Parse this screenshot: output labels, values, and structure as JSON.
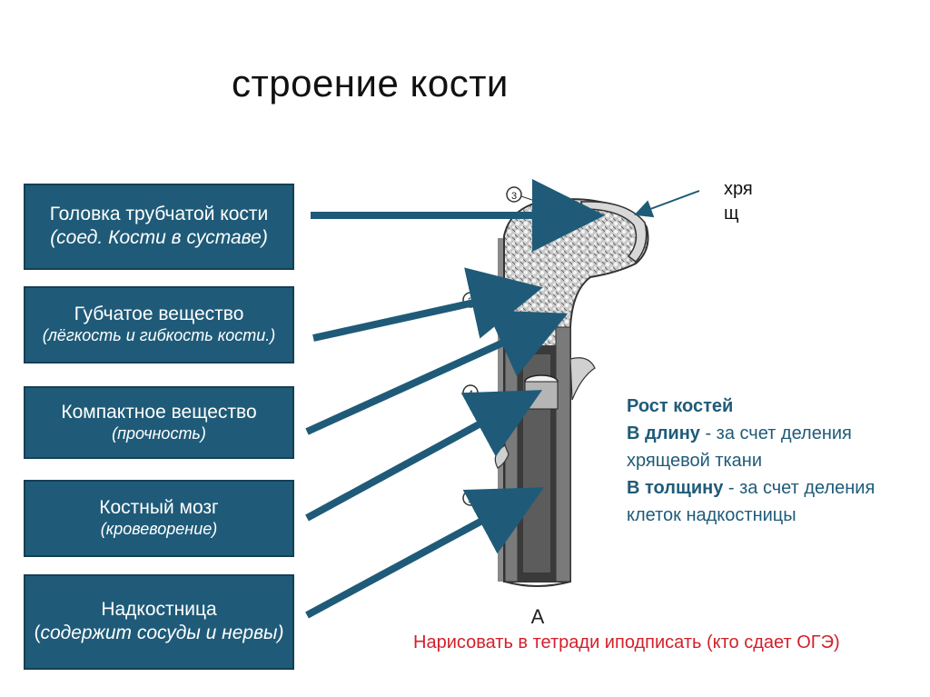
{
  "title": "строение кости",
  "boxes": [
    {
      "main": "Головка трубчатой кости",
      "note": "(соед. Кости в суставе)"
    },
    {
      "main": "Губчатое вещество",
      "note": "(лёгкость и гибкость кости.)"
    },
    {
      "main": "Компактное вещество",
      "note": "(прочность)"
    },
    {
      "main": "Костный мозг",
      "note": "(кровеворение)"
    },
    {
      "main": "Надкостница",
      "note": "содержит сосуды и нервы)"
    }
  ],
  "cartilage_label_line1": "хря",
  "cartilage_label_line2": "щ",
  "figure_label": "А",
  "markers": [
    "3",
    "2",
    "4",
    "1"
  ],
  "growth": {
    "heading": "Рост костей",
    "length_bold": "В длину",
    "length_rest": " - за счет деления хрящевой ткани",
    "width_bold": "В толщину",
    "width_rest": " - за счет деления клеток надкостницы"
  },
  "task": "Нарисовать в тетради иподписать (кто сдает ОГЭ)",
  "colors": {
    "box_bg": "#1f5b78",
    "arrow": "#1f5b78",
    "task": "#d3202a"
  }
}
